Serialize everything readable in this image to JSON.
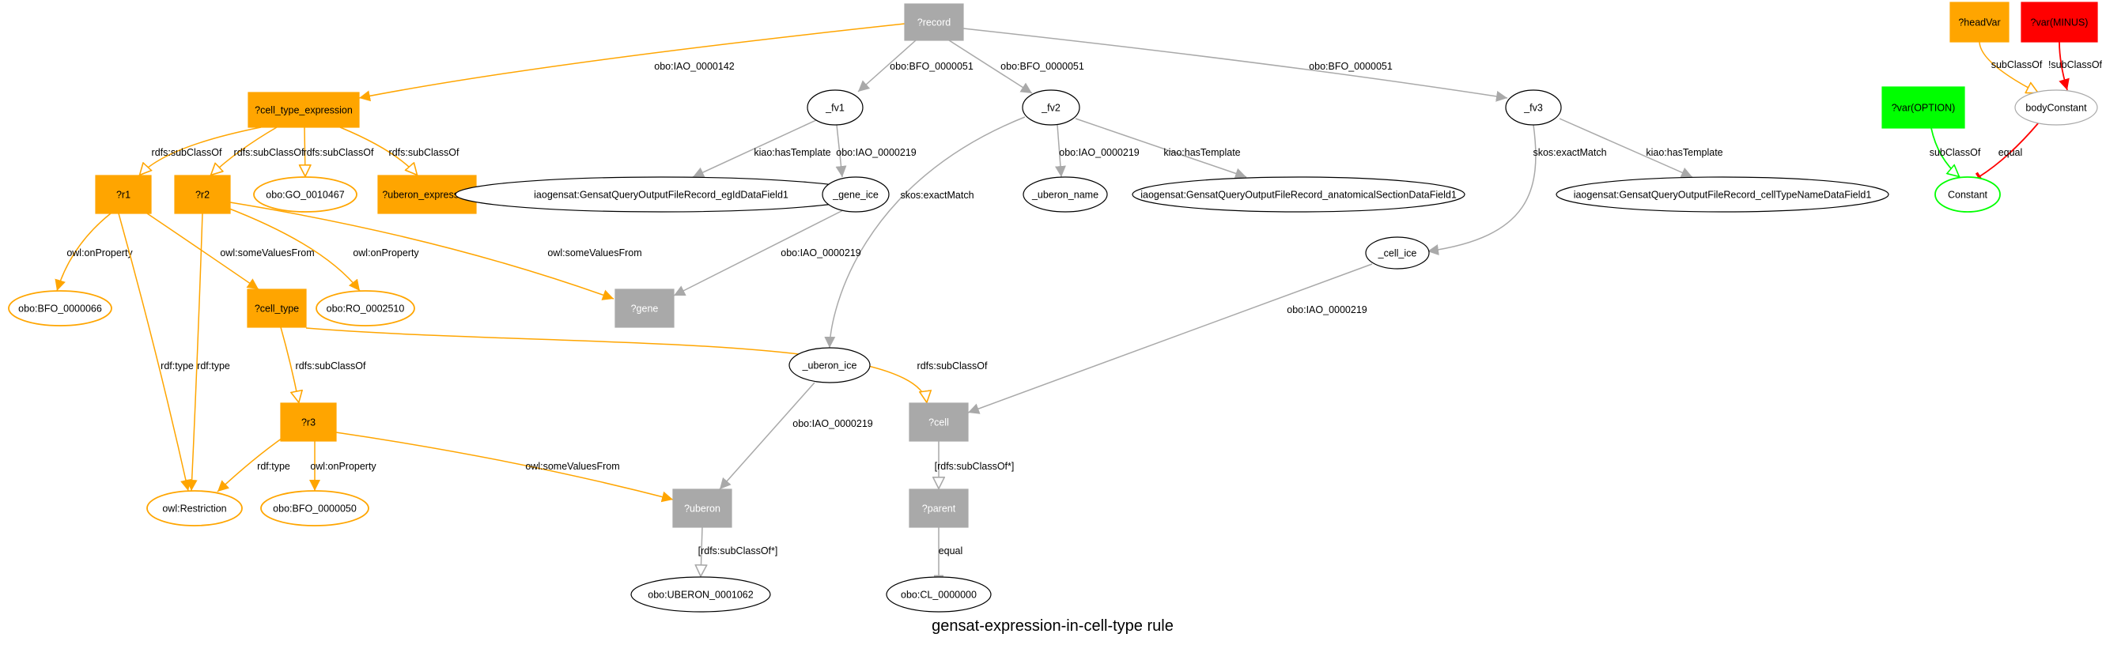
{
  "title": "gensat-expression-in-cell-type rule",
  "colors": {
    "orange": "#FFA500",
    "grey": "#A9A9A9",
    "edge_grey": "#A9A9A9",
    "black": "#000000",
    "red": "#FF0000",
    "green": "#00FF00",
    "white": "#FFFFFF"
  },
  "nodes": [
    {
      "id": "record",
      "label": "?record",
      "shape": "box",
      "style": "grey"
    },
    {
      "id": "cte",
      "label": "?cell_type_expression",
      "shape": "box",
      "style": "orange"
    },
    {
      "id": "fv1",
      "label": "_fv1",
      "shape": "ellipse",
      "style": "plain"
    },
    {
      "id": "fv2",
      "label": "_fv2",
      "shape": "ellipse",
      "style": "plain"
    },
    {
      "id": "fv3",
      "label": "_fv3",
      "shape": "ellipse",
      "style": "plain"
    },
    {
      "id": "r1",
      "label": "?r1",
      "shape": "box",
      "style": "orange"
    },
    {
      "id": "r2",
      "label": "?r2",
      "shape": "box",
      "style": "orange"
    },
    {
      "id": "go",
      "label": "obo:GO_0010467",
      "shape": "ellipse",
      "style": "orange-outline"
    },
    {
      "id": "ue",
      "label": "?uberon_expression",
      "shape": "box",
      "style": "orange"
    },
    {
      "id": "egid",
      "label": "iaogensat:GensatQueryOutputFileRecord_egIdDataField1",
      "shape": "ellipse",
      "style": "plain"
    },
    {
      "id": "gene_ice",
      "label": "_gene_ice",
      "shape": "ellipse",
      "style": "plain"
    },
    {
      "id": "uberon_name",
      "label": "_uberon_name",
      "shape": "ellipse",
      "style": "plain"
    },
    {
      "id": "anat",
      "label": "iaogensat:GensatQueryOutputFileRecord_anatomicalSectionDataField1",
      "shape": "ellipse",
      "style": "plain"
    },
    {
      "id": "ctn",
      "label": "iaogensat:GensatQueryOutputFileRecord_cellTypeNameDataField1",
      "shape": "ellipse",
      "style": "plain"
    },
    {
      "id": "bfo66",
      "label": "obo:BFO_0000066",
      "shape": "ellipse",
      "style": "orange-outline"
    },
    {
      "id": "cell_type",
      "label": "?cell_type",
      "shape": "box",
      "style": "orange"
    },
    {
      "id": "ro",
      "label": "obo:RO_0002510",
      "shape": "ellipse",
      "style": "orange-outline"
    },
    {
      "id": "gene",
      "label": "?gene",
      "shape": "box",
      "style": "grey"
    },
    {
      "id": "cell_ice",
      "label": "_cell_ice",
      "shape": "ellipse",
      "style": "plain"
    },
    {
      "id": "uberon_ice",
      "label": "_uberon_ice",
      "shape": "ellipse",
      "style": "plain"
    },
    {
      "id": "r3",
      "label": "?r3",
      "shape": "box",
      "style": "orange"
    },
    {
      "id": "cell",
      "label": "?cell",
      "shape": "box",
      "style": "grey"
    },
    {
      "id": "restriction",
      "label": "owl:Restriction",
      "shape": "ellipse",
      "style": "orange-outline"
    },
    {
      "id": "bfo50",
      "label": "obo:BFO_0000050",
      "shape": "ellipse",
      "style": "orange-outline"
    },
    {
      "id": "uberon",
      "label": "?uberon",
      "shape": "box",
      "style": "grey"
    },
    {
      "id": "parent",
      "label": "?parent",
      "shape": "box",
      "style": "grey"
    },
    {
      "id": "uberon1062",
      "label": "obo:UBERON_0001062",
      "shape": "ellipse",
      "style": "plain"
    },
    {
      "id": "cl0",
      "label": "obo:CL_0000000",
      "shape": "ellipse",
      "style": "plain"
    },
    {
      "id": "headvar",
      "label": "?headVar",
      "shape": "box",
      "style": "orange"
    },
    {
      "id": "varminus",
      "label": "?var(MINUS)",
      "shape": "box",
      "style": "red"
    },
    {
      "id": "varoption",
      "label": "?var(OPTION)",
      "shape": "box",
      "style": "green"
    },
    {
      "id": "bodyconstant",
      "label": "bodyConstant",
      "shape": "ellipse",
      "style": "plain-grey"
    },
    {
      "id": "constant",
      "label": "Constant",
      "shape": "ellipse",
      "style": "green-outline"
    }
  ],
  "edges": [
    {
      "from": "record",
      "to": "cte",
      "label": "obo:IAO_0000142",
      "color": "orange",
      "arrow": "normal"
    },
    {
      "from": "record",
      "to": "fv1",
      "label": "obo:BFO_0000051",
      "color": "edge_grey",
      "arrow": "normal"
    },
    {
      "from": "record",
      "to": "fv2",
      "label": "obo:BFO_0000051",
      "color": "edge_grey",
      "arrow": "normal"
    },
    {
      "from": "record",
      "to": "fv3",
      "label": "obo:BFO_0000051",
      "color": "edge_grey",
      "arrow": "normal"
    },
    {
      "from": "cte",
      "to": "r1",
      "label": "rdfs:subClassOf",
      "color": "orange",
      "arrow": "empty"
    },
    {
      "from": "cte",
      "to": "r2",
      "label": "rdfs:subClassOf",
      "color": "orange",
      "arrow": "empty"
    },
    {
      "from": "cte",
      "to": "go",
      "label": "rdfs:subClassOf",
      "color": "orange",
      "arrow": "empty"
    },
    {
      "from": "cte",
      "to": "ue",
      "label": "rdfs:subClassOf",
      "color": "orange",
      "arrow": "empty"
    },
    {
      "from": "fv1",
      "to": "egid",
      "label": "kiao:hasTemplate",
      "color": "edge_grey",
      "arrow": "normal"
    },
    {
      "from": "fv1",
      "to": "gene_ice",
      "label": "obo:IAO_0000219",
      "color": "edge_grey",
      "arrow": "normal"
    },
    {
      "from": "fv2",
      "to": "uberon_name",
      "label": "obo:IAO_0000219",
      "color": "edge_grey",
      "arrow": "normal"
    },
    {
      "from": "fv2",
      "to": "anat",
      "label": "kiao:hasTemplate",
      "color": "edge_grey",
      "arrow": "normal"
    },
    {
      "from": "fv2",
      "to": "uberon_ice",
      "label": "skos:exactMatch",
      "color": "edge_grey",
      "arrow": "normal"
    },
    {
      "from": "fv3",
      "to": "ctn",
      "label": "kiao:hasTemplate",
      "color": "edge_grey",
      "arrow": "normal"
    },
    {
      "from": "fv3",
      "to": "cell_ice",
      "label": "skos:exactMatch",
      "color": "edge_grey",
      "arrow": "normal"
    },
    {
      "from": "r1",
      "to": "bfo66",
      "label": "owl:onProperty",
      "color": "orange",
      "arrow": "normal"
    },
    {
      "from": "r1",
      "to": "cell_type",
      "label": "owl:someValuesFrom",
      "color": "orange",
      "arrow": "normal"
    },
    {
      "from": "r1",
      "to": "restriction",
      "label": "rdf:type",
      "color": "orange",
      "arrow": "normal"
    },
    {
      "from": "r2",
      "to": "ro",
      "label": "owl:onProperty",
      "color": "orange",
      "arrow": "normal"
    },
    {
      "from": "r2",
      "to": "gene",
      "label": "owl:someValuesFrom",
      "color": "orange",
      "arrow": "normal"
    },
    {
      "from": "r2",
      "to": "restriction",
      "label": "rdf:type",
      "color": "orange",
      "arrow": "normal"
    },
    {
      "from": "gene_ice",
      "to": "gene",
      "label": "obo:IAO_0000219",
      "color": "edge_grey",
      "arrow": "normal"
    },
    {
      "from": "cell_type",
      "to": "r3",
      "label": "rdfs:subClassOf",
      "color": "orange",
      "arrow": "empty"
    },
    {
      "from": "cell_type",
      "to": "cell",
      "label": "rdfs:subClassOf",
      "color": "orange",
      "arrow": "empty"
    },
    {
      "from": "cell_ice",
      "to": "cell",
      "label": "obo:IAO_0000219",
      "color": "edge_grey",
      "arrow": "normal"
    },
    {
      "from": "uberon_ice",
      "to": "uberon",
      "label": "obo:IAO_0000219",
      "color": "edge_grey",
      "arrow": "normal"
    },
    {
      "from": "r3",
      "to": "restriction",
      "label": "rdf:type",
      "color": "orange",
      "arrow": "normal"
    },
    {
      "from": "r3",
      "to": "bfo50",
      "label": "owl:onProperty",
      "color": "orange",
      "arrow": "normal"
    },
    {
      "from": "r3",
      "to": "uberon",
      "label": "owl:someValuesFrom",
      "color": "orange",
      "arrow": "normal"
    },
    {
      "from": "cell",
      "to": "parent",
      "label": "[rdfs:subClassOf*]",
      "color": "edge_grey",
      "arrow": "empty"
    },
    {
      "from": "uberon",
      "to": "uberon1062",
      "label": "[rdfs:subClassOf*]",
      "color": "edge_grey",
      "arrow": "empty"
    },
    {
      "from": "parent",
      "to": "cl0",
      "label": "equal",
      "color": "edge_grey",
      "arrow": "tee"
    },
    {
      "from": "headvar",
      "to": "bodyconstant",
      "label": "subClassOf",
      "color": "orange",
      "arrow": "empty"
    },
    {
      "from": "varminus",
      "to": "bodyconstant",
      "label": "!subClassOf",
      "color": "red",
      "arrow": "normal"
    },
    {
      "from": "varoption",
      "to": "constant",
      "label": "subClassOf",
      "color": "green",
      "arrow": "empty"
    },
    {
      "from": "bodyconstant",
      "to": "constant",
      "label": "equal",
      "color": "red",
      "arrow": "tee"
    }
  ]
}
